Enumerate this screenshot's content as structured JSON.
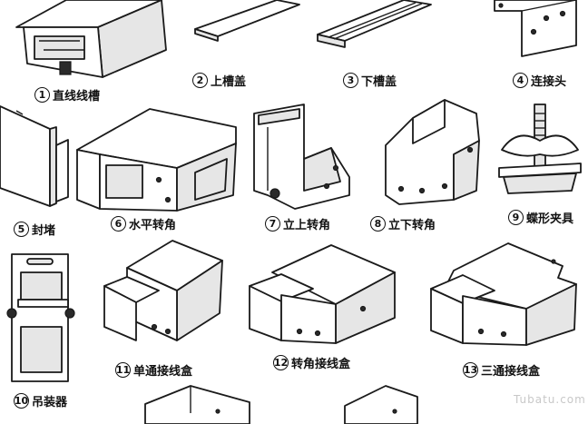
{
  "parts": [
    {
      "num": "1",
      "label": "直线线槽"
    },
    {
      "num": "2",
      "label": "上槽盖"
    },
    {
      "num": "3",
      "label": "下槽盖"
    },
    {
      "num": "4",
      "label": "连接头"
    },
    {
      "num": "5",
      "label": "封堵"
    },
    {
      "num": "6",
      "label": "水平转角"
    },
    {
      "num": "7",
      "label": "立上转角"
    },
    {
      "num": "8",
      "label": "立下转角"
    },
    {
      "num": "9",
      "label": "蝶形夹具"
    },
    {
      "num": "10",
      "label": "吊装器"
    },
    {
      "num": "11",
      "label": "单通接线盒"
    },
    {
      "num": "12",
      "label": "转角接线盒"
    },
    {
      "num": "13",
      "label": "三通接线盒"
    }
  ],
  "watermark": "Tubatu.com"
}
